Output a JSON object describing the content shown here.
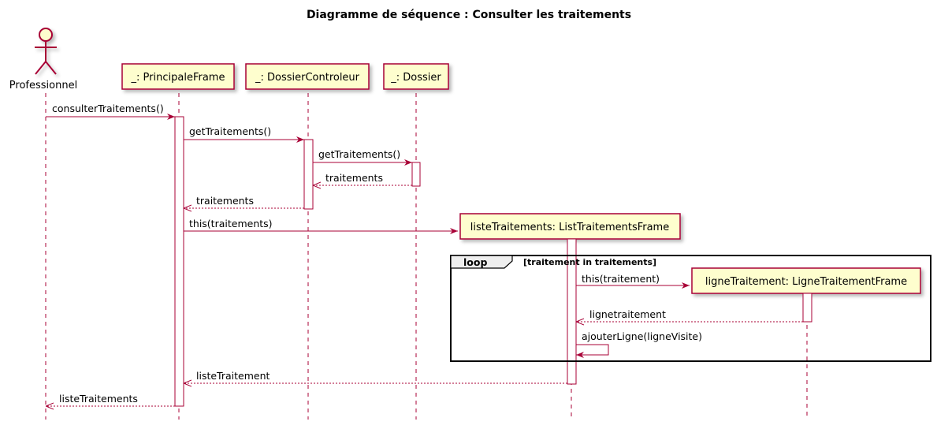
{
  "title": "Diagramme de séquence : Consulter les traitements",
  "colors": {
    "line": "#A80036",
    "participant_fill": "#FEFECE",
    "background": "#FFFFFF"
  },
  "actor": {
    "label": "Professionnel"
  },
  "participants": [
    {
      "id": "principale",
      "label": "_: PrincipaleFrame"
    },
    {
      "id": "controleur",
      "label": "_: DossierControleur"
    },
    {
      "id": "dossier",
      "label": "_: Dossier"
    },
    {
      "id": "listeFrame",
      "label": "listeTraitements: ListTraitementsFrame"
    },
    {
      "id": "ligneFrame",
      "label": "ligneTraitement: LigneTraitementFrame"
    }
  ],
  "messages": [
    {
      "id": "m1",
      "from": "actor",
      "to": "principale",
      "label": "consulterTraitements()",
      "kind": "call"
    },
    {
      "id": "m2",
      "from": "principale",
      "to": "controleur",
      "label": "getTraitements()",
      "kind": "call"
    },
    {
      "id": "m3",
      "from": "controleur",
      "to": "dossier",
      "label": "getTraitements()",
      "kind": "call"
    },
    {
      "id": "m4",
      "from": "dossier",
      "to": "controleur",
      "label": "traitements",
      "kind": "return"
    },
    {
      "id": "m5",
      "from": "controleur",
      "to": "principale",
      "label": "traitements",
      "kind": "return"
    },
    {
      "id": "m6",
      "from": "principale",
      "to": "listeFrame",
      "label": "this(traitements)",
      "kind": "create"
    },
    {
      "id": "m7",
      "from": "listeFrame",
      "to": "ligneFrame",
      "label": "this(traitement)",
      "kind": "create"
    },
    {
      "id": "m8",
      "from": "ligneFrame",
      "to": "listeFrame",
      "label": "lignetraitement",
      "kind": "return"
    },
    {
      "id": "m9",
      "from": "listeFrame",
      "to": "listeFrame",
      "label": "ajouterLigne(ligneVisite)",
      "kind": "self"
    },
    {
      "id": "m10",
      "from": "listeFrame",
      "to": "principale",
      "label": "listeTraitement",
      "kind": "return"
    },
    {
      "id": "m11",
      "from": "principale",
      "to": "actor",
      "label": "listeTraitements",
      "kind": "return"
    }
  ],
  "fragment": {
    "keyword": "loop",
    "condition": "[traitement in traitements]"
  }
}
